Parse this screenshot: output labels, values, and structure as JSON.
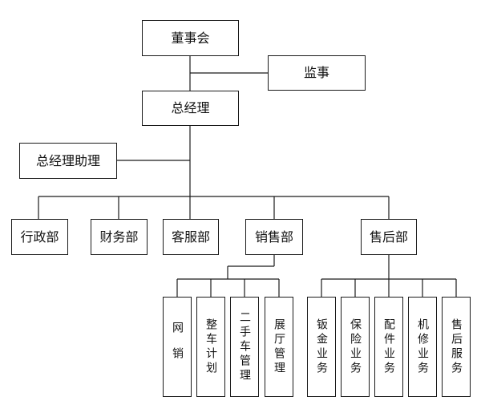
{
  "nodes": {
    "board": "董事会",
    "supervisor": "监事",
    "gm": "总经理",
    "gm_assistant": "总经理助理",
    "admin": "行政部",
    "finance": "财务部",
    "customer_service": "客服部",
    "sales": "销售部",
    "after_sales": "售后部",
    "online_sales": "网销",
    "vehicle_planning": "整车计划",
    "used_car_mgmt": "二手车管理",
    "showroom_mgmt": "展厅管理",
    "sheet_metal": "钣金业务",
    "insurance": "保险业务",
    "parts": "配件业务",
    "repair": "机修业务",
    "after_sales_service": "售后服务"
  }
}
